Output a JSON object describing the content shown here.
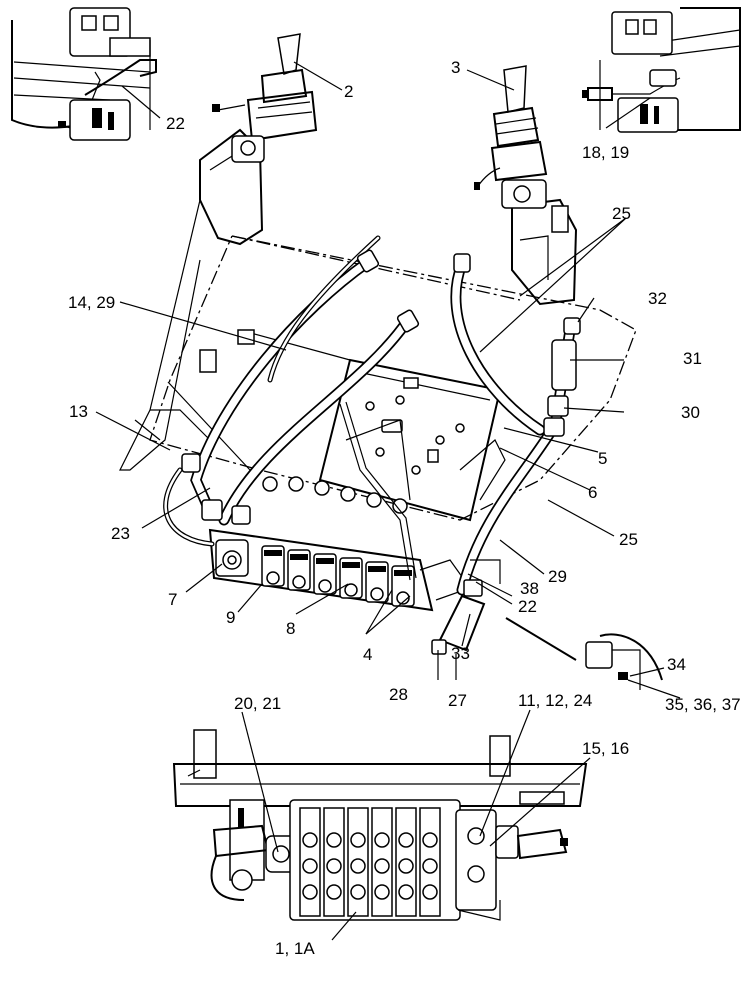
{
  "callouts": {
    "c1": "1, 1A",
    "c2": "2",
    "c3": "3",
    "c4": "4",
    "c5": "5",
    "c6": "6",
    "c7": "7",
    "c8": "8",
    "c9": "9",
    "c11": "11, 12, 24",
    "c13": "13",
    "c14": "14, 29",
    "c15": "15, 16",
    "c18": "18, 19",
    "c20": "20, 21",
    "c22a": "22",
    "c22b": "22",
    "c23": "23",
    "c25a": "25",
    "c25b": "25",
    "c27": "27",
    "c28": "28",
    "c29": "29",
    "c30": "30",
    "c31": "31",
    "c32": "32",
    "c33": "33",
    "c34": "34",
    "c35": "35, 36, 37",
    "c38": "38"
  }
}
